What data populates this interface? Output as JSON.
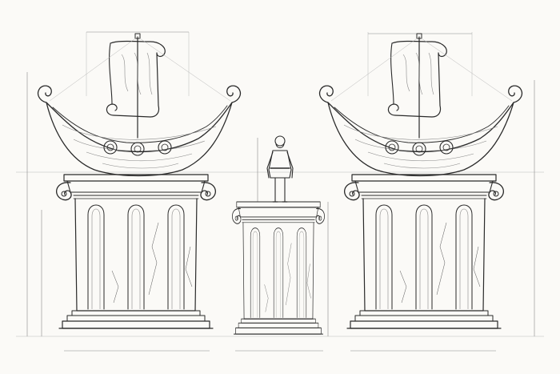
{
  "drawing": {
    "style": "pencil technical sketch",
    "ink_color": "#2a2a2a",
    "guide_color": "#b8b8b8",
    "paper_color": "#fbfaf7"
  },
  "elements": {
    "left_group": {
      "pedestal": "ionic-column-pedestal",
      "object": "ship-with-scroll-sail"
    },
    "center_group": {
      "pedestal": "ionic-column-pedestal-small",
      "object": "human-figure"
    },
    "right_group": {
      "pedestal": "ionic-column-pedestal",
      "object": "ship-with-scroll-sail"
    }
  },
  "icons": [
    "ship-icon",
    "column-icon",
    "person-icon"
  ]
}
